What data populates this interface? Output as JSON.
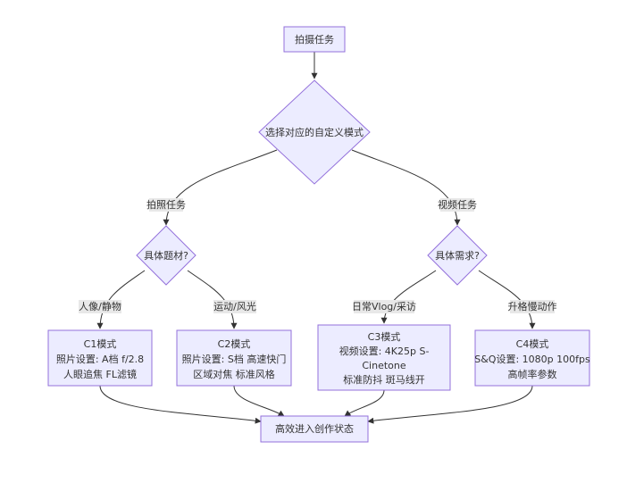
{
  "colors": {
    "node_fill": "#ECECFF",
    "node_stroke": "#9370DB",
    "edge": "#333333",
    "label_bg": "#E8E8E8",
    "text": "#333333"
  },
  "nodes": {
    "start": {
      "lines": [
        "拍摄任务"
      ]
    },
    "choose": {
      "lines": [
        "选择对应的自定义模式"
      ]
    },
    "photo_subject": {
      "lines": [
        "具体题材?"
      ]
    },
    "video_need": {
      "lines": [
        "具体需求?"
      ]
    },
    "c1": {
      "lines": [
        "C1模式",
        "照片设置: A档 f/2.8",
        "人眼追焦 FL滤镜"
      ]
    },
    "c2": {
      "lines": [
        "C2模式",
        "照片设置: S档 高速快门",
        "区域对焦 标准风格"
      ]
    },
    "c3": {
      "lines": [
        "C3模式",
        "视频设置: 4K25p S-",
        "Cinetone",
        "标准防抖 斑马线开"
      ]
    },
    "c4": {
      "lines": [
        "C4模式",
        "S&Q设置: 1080p 100fps",
        "高帧率参数"
      ]
    },
    "end": {
      "lines": [
        "高效进入创作状态"
      ]
    }
  },
  "edge_labels": {
    "photo_task": "拍照任务",
    "video_task": "视频任务",
    "portrait": "人像/静物",
    "sports": "运动/风光",
    "vlog": "日常Vlog/采访",
    "slowmo": "升格慢动作"
  }
}
